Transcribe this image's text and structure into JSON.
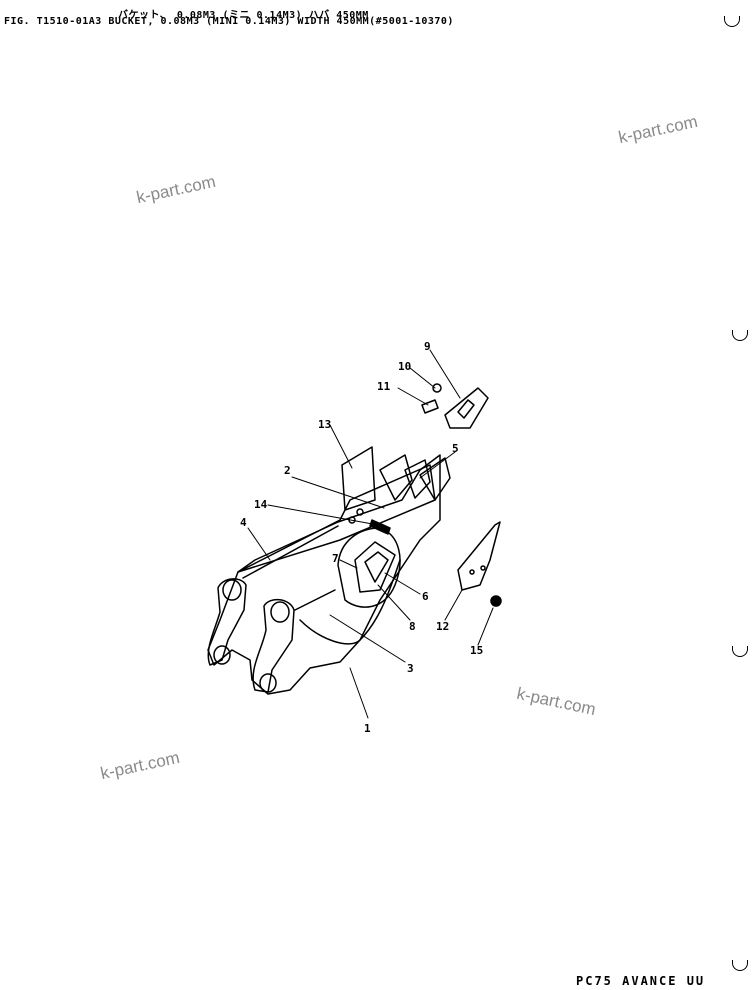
{
  "header": {
    "japanese_line": "バケット、 0.08M3 (ミニ 0.14M3) ハバ 450MM",
    "figure_line": "FIG. T1510-01A3   BUCKET, 0.08M3 (MINI 0.14M3) WIDTH 450MM(#5001-10370)"
  },
  "watermarks": [
    "k-part.com",
    "k-part.com",
    "k-part.com",
    "k-part.com"
  ],
  "callouts": [
    "1",
    "2",
    "3",
    "4",
    "5",
    "6",
    "7",
    "8",
    "9",
    "10",
    "11",
    "12",
    "13",
    "14",
    "15"
  ],
  "footer": "PC75 AVANCE UU"
}
